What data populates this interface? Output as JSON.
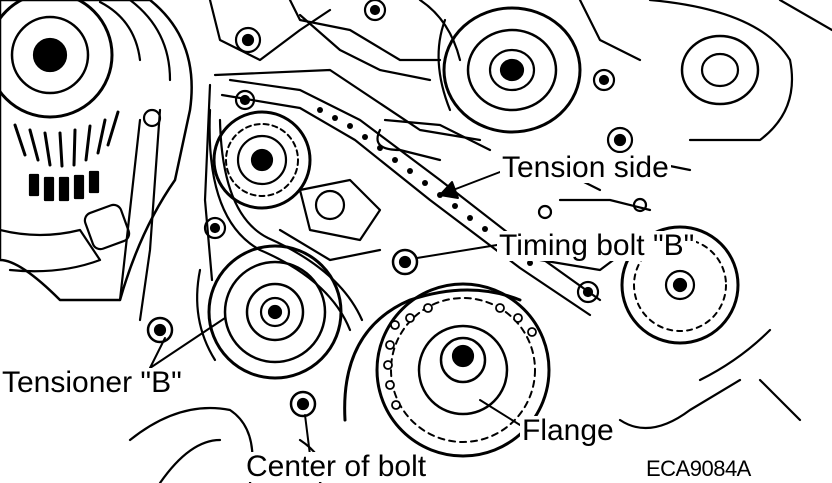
{
  "figure": {
    "labels": {
      "tension_side": "Tension side",
      "timing_bolt": "Timing bolt \"B\"",
      "tensioner": "Tensioner \"B\"",
      "flange": "Flange",
      "center_of_bolt": "Center of bolt",
      "code": "ECA9084A"
    },
    "colors": {
      "ink": "#000000",
      "paper": "#ffffff"
    }
  }
}
